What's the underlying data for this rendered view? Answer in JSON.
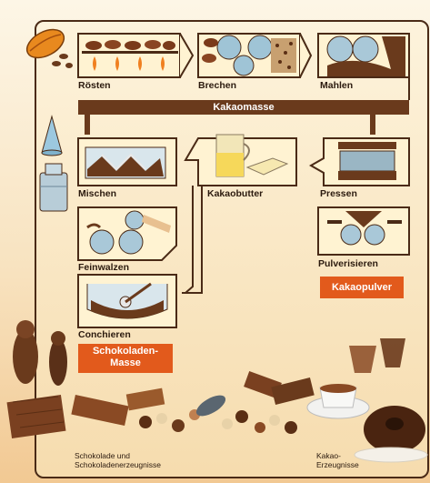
{
  "steps": {
    "roesten": "Rösten",
    "brechen": "Brechen",
    "mahlen": "Mahlen",
    "kakaomasse": "Kakaomasse",
    "mischen": "Mischen",
    "kakaobutter": "Kakaobutter",
    "pressen": "Pressen",
    "feinwalzen": "Feinwalzen",
    "pulverisieren": "Pulverisieren",
    "kakaopulver": "Kakaopulver",
    "conchieren": "Conchieren",
    "schokoladen_masse_line1": "Schokoladen-",
    "schokoladen_masse_line2": "Masse"
  },
  "captions": {
    "schokolade_line1": "Schokolade und",
    "schokolade_line2": "Schokoladenerzeugnisse",
    "kakao_line1": "Kakao-",
    "kakao_line2": "Erzeugnisse"
  },
  "colors": {
    "outline": "#4a2a16",
    "chocolate": "#6a3a1c",
    "orange_label": "#e25a1c",
    "cream": "#fff3d2"
  }
}
